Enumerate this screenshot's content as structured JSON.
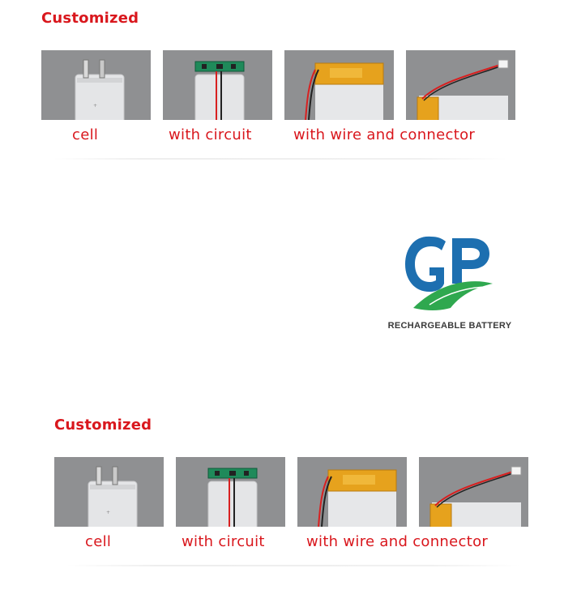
{
  "sections": [
    {
      "heading": "Customized",
      "captions": [
        "cell",
        "with circuit",
        "with wire and connector"
      ]
    },
    {
      "heading": "Customized",
      "captions": [
        "cell",
        "with circuit",
        "with wire and connector"
      ]
    }
  ],
  "logo": {
    "tagline": "RECHARGEABLE BATTERY",
    "icon": "gp-leaf-logo-icon"
  },
  "photos": [
    "battery-cell-photo",
    "battery-with-circuit-photo",
    "battery-with-wire-photo",
    "battery-with-connector-photo"
  ],
  "colors": {
    "accent_red": "#d9171d",
    "photo_bg": "#8f9092",
    "logo_blue": "#1d6fb0",
    "logo_green": "#2fa84f"
  }
}
